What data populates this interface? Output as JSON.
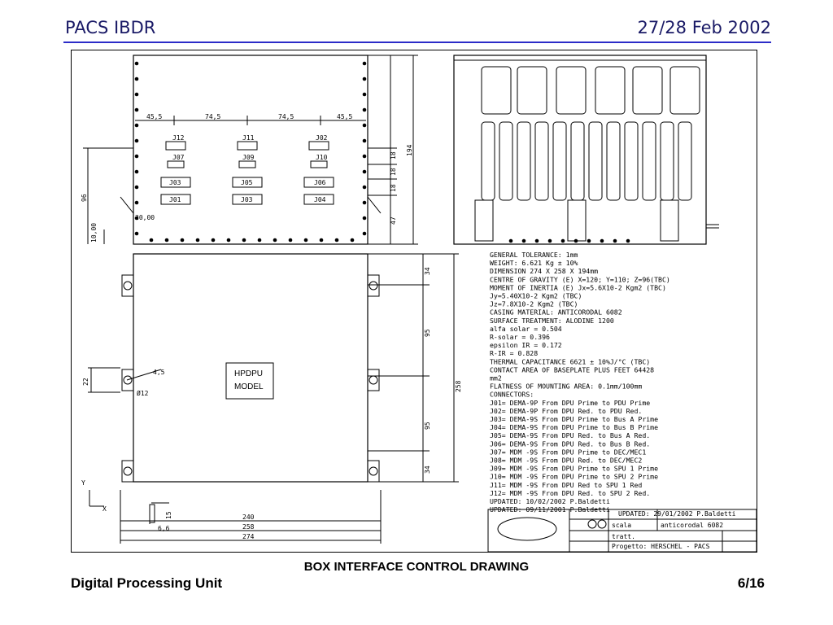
{
  "header": {
    "left": "PACS IBDR",
    "right": "27/28 Feb 2002"
  },
  "footer": {
    "left": "Digital Processing Unit",
    "right": "6/16"
  },
  "caption": "BOX INTERFACE CONTROL DRAWING",
  "front_view": {
    "dims_top": [
      "45,5",
      "74,5",
      "74,5",
      "45,5"
    ],
    "connectors_top": [
      "J12",
      "J11",
      "J02"
    ],
    "connectors_row2": [
      "J07",
      "J09",
      "J10"
    ],
    "connectors_row3": [
      "J03",
      "J05",
      "J06"
    ],
    "connectors_row4": [
      "J01",
      "J03",
      "J04"
    ],
    "dims_right": [
      "194",
      "18",
      "18",
      "18",
      "47"
    ],
    "dim_left": "96",
    "dim_left_small": "20,00",
    "dim_left_low": "10,00"
  },
  "top_view": {
    "box_label_1": "HPDPU",
    "box_label_2": "MODEL",
    "dims_right_outer": "258",
    "dims_right": [
      "34",
      "95",
      "95",
      "34"
    ],
    "dims_bottom": [
      "240",
      "258",
      "274"
    ],
    "dim_small": [
      "6,6",
      "15"
    ],
    "dim_left": "22",
    "dim_hole": "4,5",
    "dim_dia": "Ø12",
    "axis_y": "Y",
    "axis_x": "X"
  },
  "notes": [
    "GENERAL TOLERANCE: 1mm",
    "WEIGHT: 6.621 Kg ± 10%",
    "DIMENSION 274 X 258 X 194mm",
    "CENTRE OF GRAVITY (E) X=120; Y=110; Z=96(TBC)",
    "MOMENT OF INERTIA (E) Jx=5.6X10-2 Kgm2 (TBC)",
    "                     Jy=5.40X10-2 Kgm2 (TBC)",
    "                     Jz=7.8X10-2 Kgm2 (TBC)",
    "CASING MATERIAL: ANTICORODAL 6082",
    "SURFACE TREATMENT: ALODINE 1200",
    "                  alfa solar  = 0.504",
    "                  R-solar     = 0.396",
    "                  epsilon IR  = 0.172",
    "                  R-IR        = 0.828",
    "THERMAL CAPACITANCE 6621 ± 10%J/°C (TBC)",
    "CONTACT AREA OF BASEPLATE PLUS FEET 64428",
    "mm2",
    "FLATNESS OF MOUNTING AREA: 0.1mm/100mm",
    "CONNECTORS:",
    "J01= DEMA-9P From DPU Prime to PDU Prime",
    "J02= DEMA-9P From DPU Red. to PDU Red.",
    "J03= DEMA-9S From DPU Prime to Bus A Prime",
    "J04= DEMA-9S From DPU Prime to Bus B Prime",
    "J05= DEMA-9S From DPU Red. to Bus A Red.",
    "J06= DEMA-9S From DPU Red. to Bus B Red.",
    "J07= MDM -9S From DPU Prime to DEC/MEC1",
    "J08= MDM -9S From DPU Red. to DEC/MEC2",
    "J09= MDM -9S From DPU Prime to SPU 1 Prime",
    "J10= MDM -9S From DPU Prime to SPU 2 Prime",
    "J11= MDM -9S From DPU Red to SPU 1 Red",
    "J12= MDM -9S From DPU Red. to SPU 2 Red.",
    "UPDATED: 10/02/2002 P.Baldetti",
    "UPDATED: 09/11/2001 P.Baldetti"
  ],
  "title_block": {
    "updated": "UPDATED: 29/01/2002 P.Baldetti",
    "material": "anticorodal 6082",
    "project": "Progetto: HERSCHEL - PACS",
    "scala": "scala",
    "tratt": "tratt."
  }
}
